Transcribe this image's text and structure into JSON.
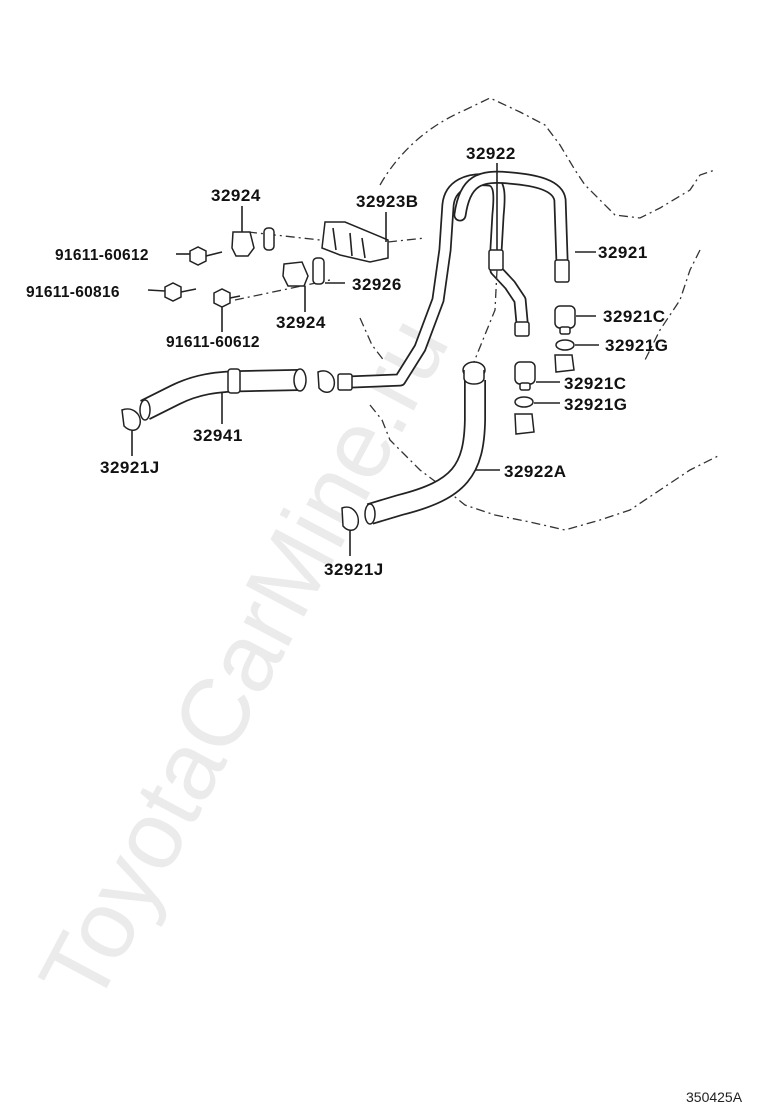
{
  "labels": {
    "p32922": "32922",
    "p32924_top": "32924",
    "p32923B": "32923B",
    "p32921": "32921",
    "p91611_60612_top": "91611-60612",
    "p32926": "32926",
    "p91611_60816": "91611-60816",
    "p32921C_upper": "32921C",
    "p32924_mid": "32924",
    "p32921G_upper": "32921G",
    "p91611_60612_mid": "91611-60612",
    "p32921C_lower": "32921C",
    "p32921G_lower": "32921G",
    "p32941": "32941",
    "p32921J_left": "32921J",
    "p32922A": "32922A",
    "p32921J_bottom": "32921J"
  },
  "watermark": "ToyotaCarMine.ru",
  "diagram_code": "350425A",
  "colors": {
    "ink": "#222222",
    "watermark": "#d9d9d9"
  }
}
